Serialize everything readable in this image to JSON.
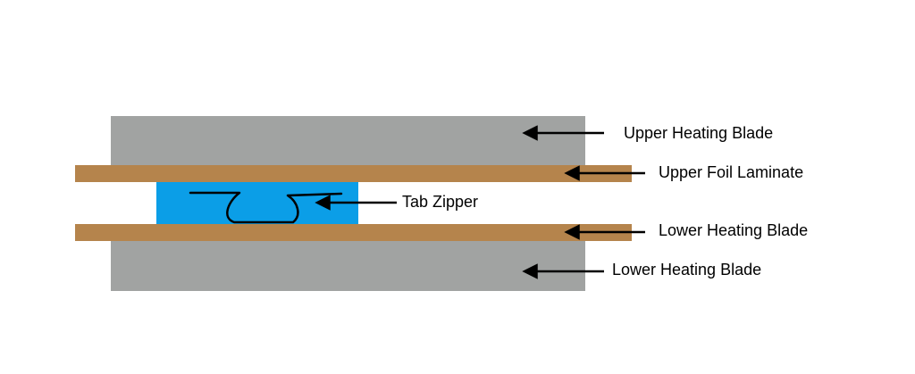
{
  "labels": {
    "upper_heating_blade": "Upper Heating Blade",
    "upper_foil_laminate": "Upper Foil Laminate",
    "tab_zipper": "Tab Zipper",
    "lower_foil_label": "Lower Heating Blade",
    "lower_heating_blade": "Lower Heating Blade"
  },
  "colors": {
    "heating_blade": "#a1a3a2",
    "foil_laminate": "#b5844c",
    "tab_zipper": "#0b9ee7",
    "arrow": "#000000",
    "background": "#ffffff"
  }
}
